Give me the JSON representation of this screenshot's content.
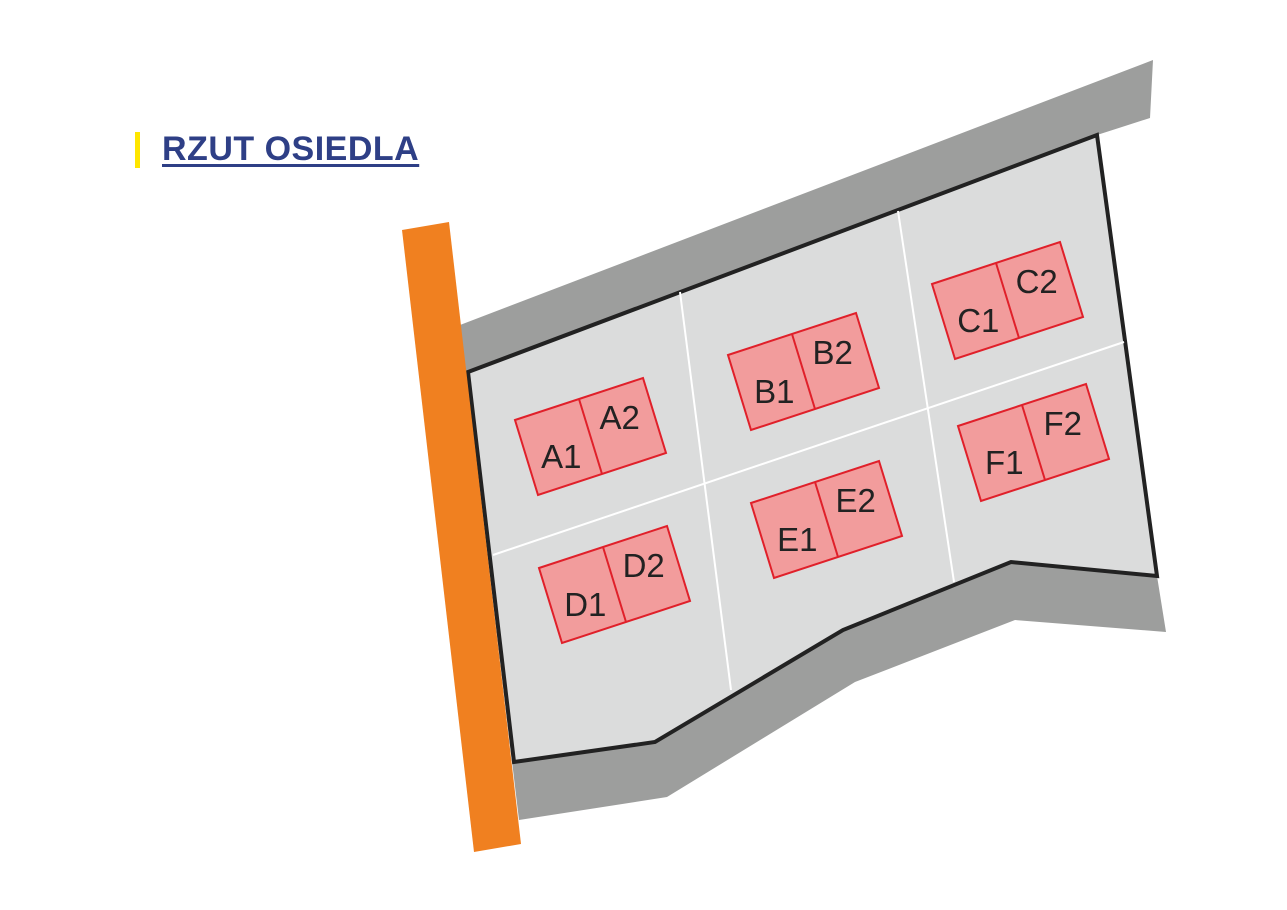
{
  "title": "RZUT OSIEDLA",
  "colors": {
    "title": "#2e3f86",
    "title_accent": "#ffe600",
    "road": "#f08020",
    "outer_ground": "#9d9e9d",
    "plot": "#dbdcdc",
    "plot_border": "#222222",
    "building_fill": "#f29c9c",
    "building_border": "#e0202a"
  },
  "buildings": [
    {
      "id": "A",
      "units": [
        "A1",
        "A2"
      ]
    },
    {
      "id": "B",
      "units": [
        "B1",
        "B2"
      ]
    },
    {
      "id": "C",
      "units": [
        "C1",
        "C2"
      ]
    },
    {
      "id": "D",
      "units": [
        "D1",
        "D2"
      ]
    },
    {
      "id": "E",
      "units": [
        "E1",
        "E2"
      ]
    },
    {
      "id": "F",
      "units": [
        "F1",
        "F2"
      ]
    }
  ]
}
